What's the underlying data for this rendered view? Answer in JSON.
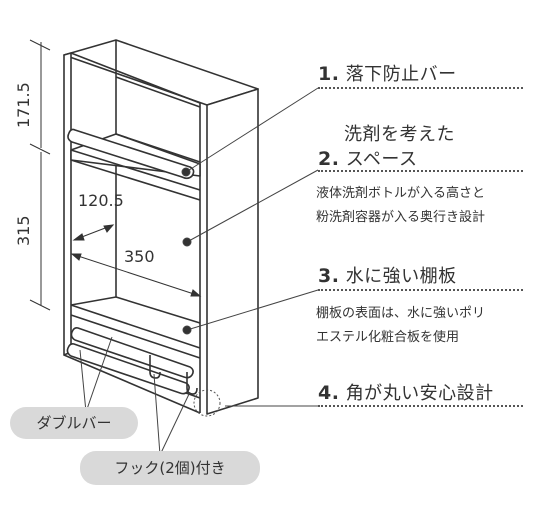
{
  "dimensions": {
    "top_height": "171.5",
    "lower_height": "315",
    "depth": "120.5",
    "width": "350"
  },
  "features": [
    {
      "number": "1.",
      "title": "落下防止バー"
    },
    {
      "number": "2.",
      "title_line1": "洗剤を考えた",
      "title_line2": "スペース",
      "desc_line1": "液体洗剤ボトルが入る高さと",
      "desc_line2": "粉洗剤容器が入る奥行き設計"
    },
    {
      "number": "3.",
      "title": "水に強い棚板",
      "desc_line1": "棚板の表面は、水に強いポリ",
      "desc_line2": "エステル化粧合板を使用"
    },
    {
      "number": "4.",
      "title": "角が丸い安心設計"
    }
  ],
  "labels": {
    "double_bar": "ダブルバー",
    "hooks": "フック(2個)付き"
  }
}
